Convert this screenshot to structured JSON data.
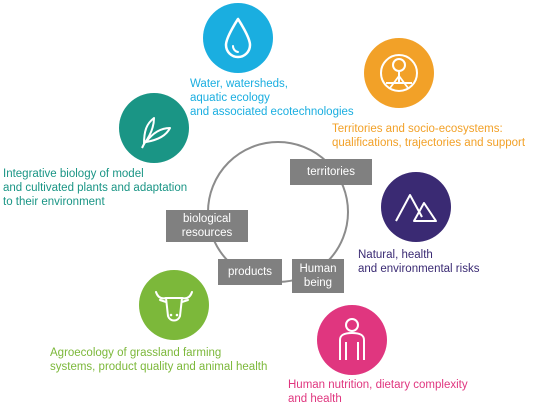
{
  "colors": {
    "water": "#1aaee0",
    "territories": "#f2a128",
    "biology": "#1a9585",
    "risks": "#3a2a73",
    "agroecology": "#7cb83a",
    "nutrition": "#e0367f",
    "box": "#808080",
    "ring": "#8c8c8c"
  },
  "captions": {
    "water": "Water,  watersheds,\naquatic ecology\nand associated ecotechnologies",
    "territories": "Territories and socio-ecosystems:\nqualifications, trajectories and support",
    "biology": "Integrative biology of model\nand cultivated plants and adaptation\nto their environment",
    "risks": "Natural, health\nand environmental risks",
    "agroecology": "Agroecology of grassland farming\nsystems, product quality and animal health",
    "nutrition": "Human nutrition, dietary complexity\nand health"
  },
  "center_labels": {
    "territories": "territories",
    "biological_resources": "biological\nresources",
    "products": "products",
    "human_being": "Human\nbeing"
  },
  "icons": {
    "water": "water-drop-icon",
    "territories": "tree-landscape-icon",
    "biology": "leaves-icon",
    "risks": "mountains-icon",
    "agroecology": "cow-head-icon",
    "nutrition": "person-icon"
  }
}
